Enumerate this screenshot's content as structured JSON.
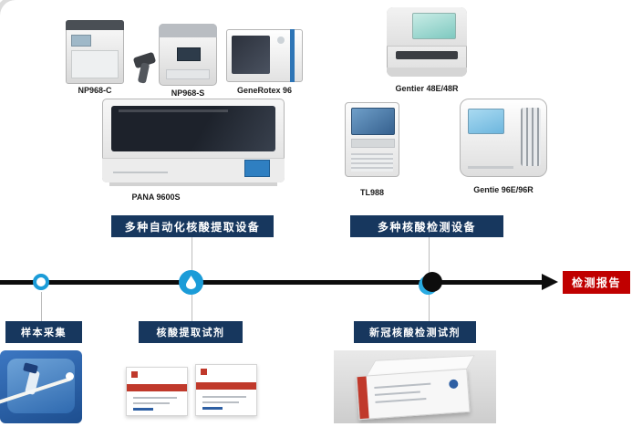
{
  "colors": {
    "banner_navy": "#17375e",
    "report_red": "#c00000",
    "accent_cyan": "#1b9cd8",
    "timeline_black": "#0d0d0d"
  },
  "machines": {
    "np968c": "NP968-C",
    "np968s": "NP968-S",
    "generotex96": "GeneRotex 96",
    "pana9600s": "PANA 9600S",
    "gentier48": "Gentier 48E/48R",
    "tl988": "TL988",
    "gentier96": "Gentie 96E/96R"
  },
  "banners": {
    "extraction": "多种自动化核酸提取设备",
    "detection": "多种核酸检测设备"
  },
  "timeline": {
    "report": "检测报告",
    "steps": {
      "sample": "样本采集",
      "extraction_reagent": "核酸提取试剂",
      "covid_reagent": "新冠核酸检测试剂"
    }
  }
}
